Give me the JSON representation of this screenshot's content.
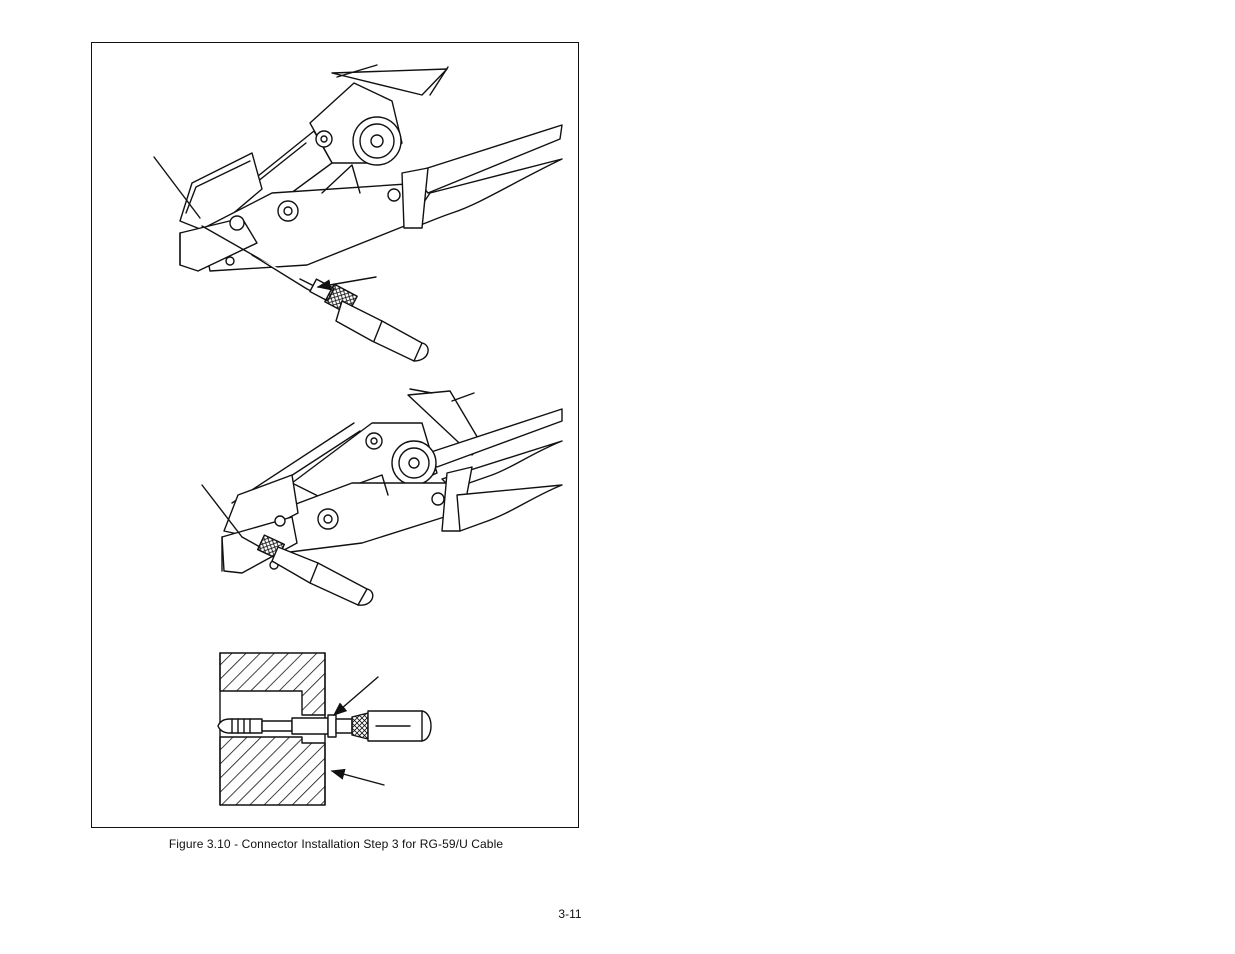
{
  "document": {
    "figure_caption": "Figure 3.10 - Connector Installation Step 3 for RG-59/U Cable",
    "page_number": "3-11"
  },
  "figure": {
    "panels": [
      "crimp-tool-open-with-contact",
      "crimp-tool-closed-crimping",
      "die-cross-section"
    ],
    "stroke_color": "#111111",
    "background_color": "#ffffff"
  }
}
